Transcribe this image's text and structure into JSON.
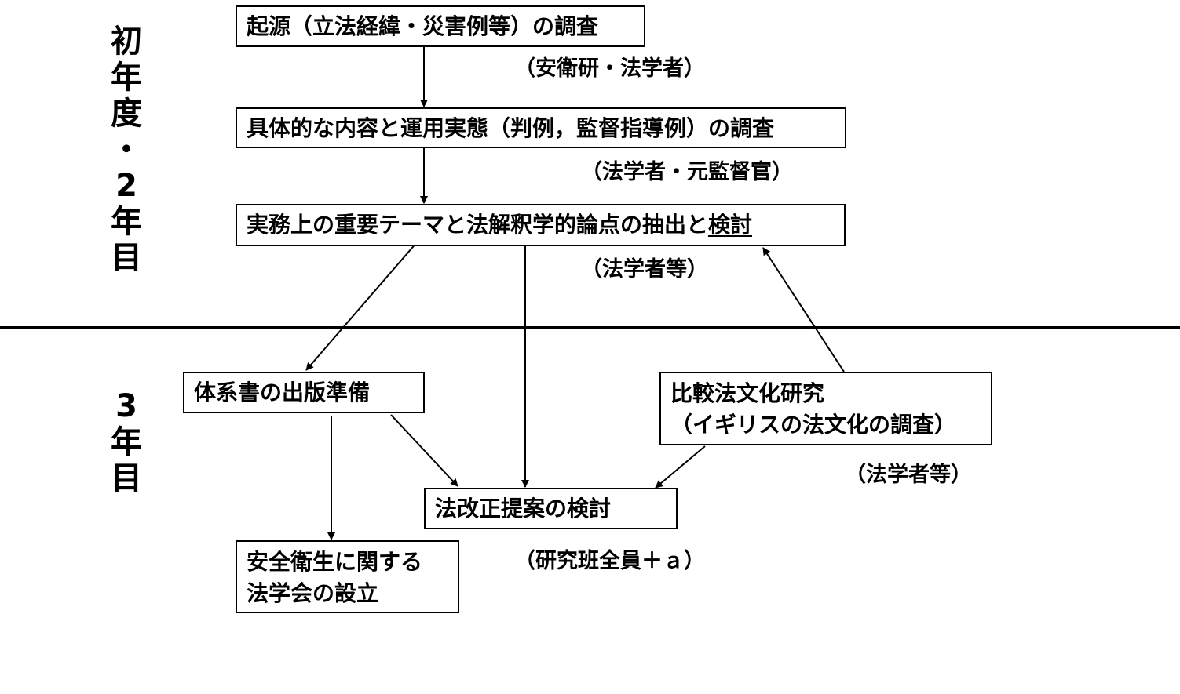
{
  "periods": {
    "early": [
      "初",
      "年",
      "度",
      "・",
      "2",
      "年",
      "目"
    ],
    "third": [
      "3",
      "年",
      "目"
    ]
  },
  "boxes": {
    "origin": "起源（立法経緯・災害例等）の調査",
    "content": "具体的な内容と運用実態（判例，監督指導例）の調査",
    "themes_main": "実務上の重要テーマと法解釈学的論点の抽出と",
    "themes_underlined": "検討",
    "textbook": "体系書の出版準備",
    "comparative_line1": "比較法文化研究",
    "comparative_line2": "（イギリスの法文化の調査）",
    "reform": "法改正提案の検討",
    "society_line1": "安全衛生に関する",
    "society_line2": "法学会の設立"
  },
  "notes": {
    "origin": "（安衛研・法学者）",
    "content": "（法学者・元監督官）",
    "themes": "（法学者等）",
    "comparative": "（法学者等）",
    "reform": "（研究班全員＋ａ）"
  }
}
